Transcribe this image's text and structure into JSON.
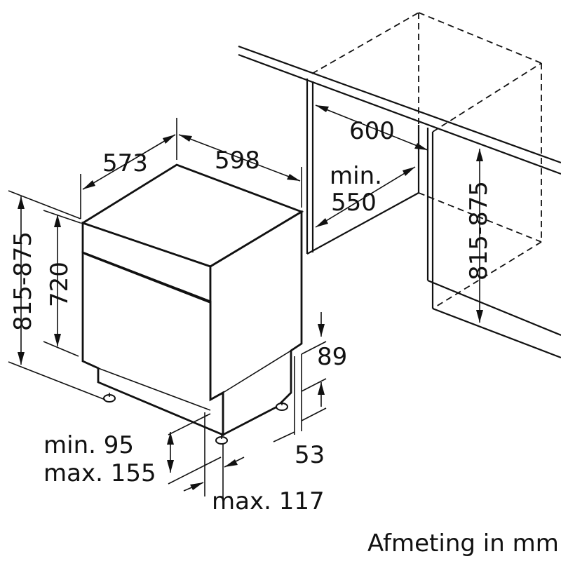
{
  "labels": {
    "depth": "573",
    "width": "598",
    "niche_depth": "600",
    "min_550_line1": "min.",
    "min_550_line2": "550",
    "height_range_left": "815-875",
    "height_range_right": "815-875",
    "height_720": "720",
    "plinth_89": "89",
    "plinth_53": "53",
    "foot_min": "min. 95",
    "foot_max": "max. 155",
    "max_117": "max. 117",
    "unit_note": "Afmeting in mm"
  }
}
